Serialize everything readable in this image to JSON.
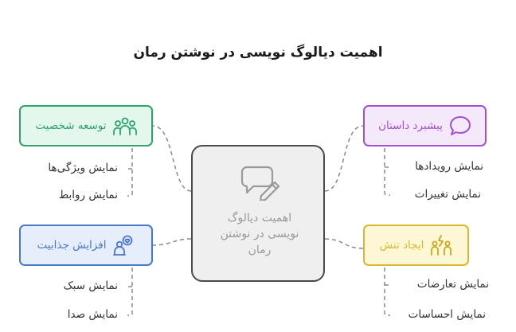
{
  "title": "اهمیت دیالوگ نویسی در نوشتن رمان",
  "center": {
    "label": "اهمیت دیالوگ نویسی در نوشتن رمان",
    "lines": [
      "اهمیت دیالوگ",
      "نویسی در نوشتن",
      "رمان"
    ],
    "icon": "speech-bubble-pencil-icon"
  },
  "branches": {
    "story": {
      "label": "پیشبرد داستان",
      "icon": "speech-bubble-icon",
      "color": "#a24fd1",
      "fill": "#f4e8fb",
      "children": [
        "نمایش رویدادها",
        "نمایش تغییرات"
      ]
    },
    "character": {
      "label": "توسعه شخصیت",
      "icon": "people-group-icon",
      "color": "#2ea46c",
      "fill": "#e3f7ec",
      "children": [
        "نمایش ویژگی‌ها",
        "نمایش روابط"
      ]
    },
    "tension": {
      "label": "ایجاد تنش",
      "icon": "conflict-icon",
      "color": "#d9b92b",
      "fill": "#fdf7d6",
      "children": [
        "نمایش تعارضات",
        "نمایش احساسات"
      ]
    },
    "appeal": {
      "label": "افزایش جذابیت",
      "icon": "person-heart-icon",
      "color": "#4a78c9",
      "fill": "#e6eefb",
      "children": [
        "نمایش سبک",
        "نمایش صدا"
      ]
    }
  }
}
